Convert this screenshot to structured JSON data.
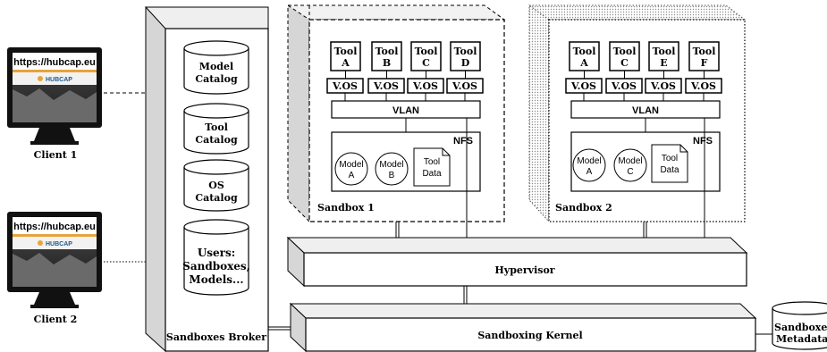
{
  "clients": [
    {
      "url": "https://hubcap.eu",
      "brand": "HUBCAP",
      "label": "Client 1"
    },
    {
      "url": "https://hubcap.eu",
      "brand": "HUBCAP",
      "label": "Client 2"
    }
  ],
  "broker": {
    "label": "Sandboxes Broker",
    "catalogs": [
      {
        "lines": [
          "Model",
          "Catalog"
        ]
      },
      {
        "lines": [
          "Tool",
          "Catalog"
        ]
      },
      {
        "lines": [
          "OS",
          "Catalog"
        ]
      },
      {
        "lines": [
          "Users:",
          "Sandboxes,",
          "Models..."
        ]
      }
    ]
  },
  "sandboxes": [
    {
      "label": "Sandbox 1",
      "tools": [
        [
          "Tool",
          "A"
        ],
        [
          "Tool",
          "B"
        ],
        [
          "Tool",
          "C"
        ],
        [
          "Tool",
          "D"
        ]
      ],
      "vos": [
        "V.OS",
        "V.OS",
        "V.OS",
        "V.OS"
      ],
      "vlan": "VLAN",
      "nfs": "NFS",
      "models": [
        [
          "Model",
          "A"
        ],
        [
          "Model",
          "B"
        ]
      ],
      "data": [
        "Tool",
        "Data"
      ]
    },
    {
      "label": "Sandbox 2",
      "tools": [
        [
          "Tool",
          "A"
        ],
        [
          "Tool",
          "C"
        ],
        [
          "Tool",
          "E"
        ],
        [
          "Tool",
          "F"
        ]
      ],
      "vos": [
        "V.OS",
        "V.OS",
        "V.OS",
        "V.OS"
      ],
      "vlan": "VLAN",
      "nfs": "NFS",
      "models": [
        [
          "Model",
          "A"
        ],
        [
          "Model",
          "C"
        ]
      ],
      "data": [
        "Tool",
        "Data"
      ]
    }
  ],
  "hypervisor": "Hypervisor",
  "kernel": "Sandboxing Kernel",
  "metadata": [
    "Sandboxes",
    "Metadata"
  ],
  "colors": {
    "stroke": "#000000",
    "shade": "#d6d6d6",
    "monitor": "#111111",
    "banner": "#e8a33a"
  }
}
